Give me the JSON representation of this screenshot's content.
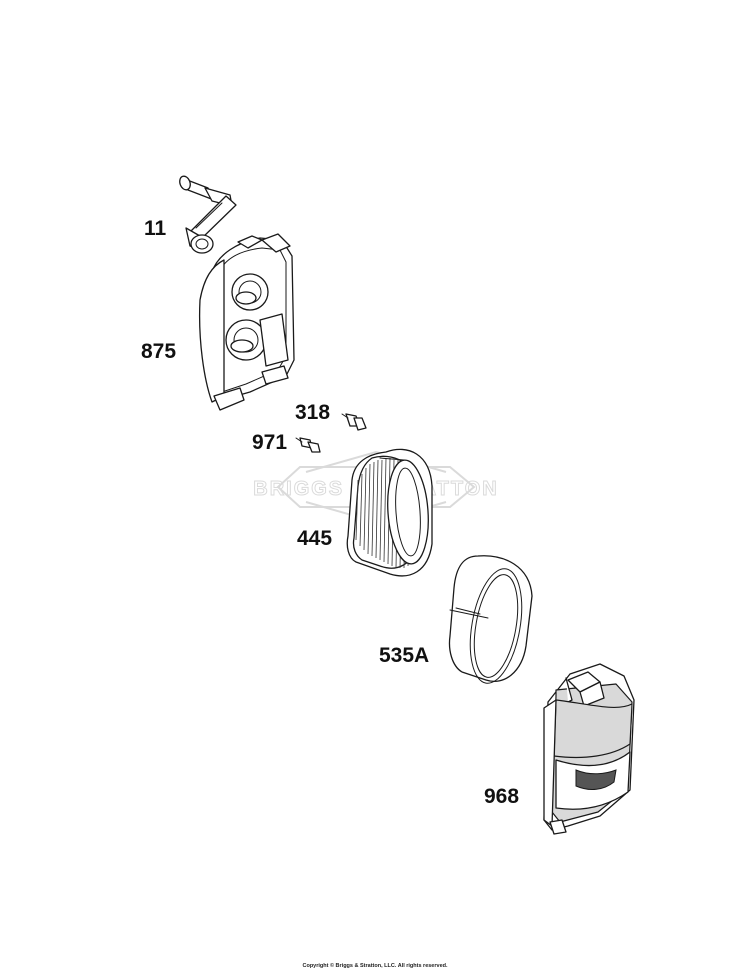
{
  "watermark": {
    "text": "BRIGGS & STRATTON",
    "color": "#c8c8c8"
  },
  "callouts": {
    "tube": "11",
    "base": "875",
    "screw_top": "318",
    "screw_bottom": "971",
    "filter": "445",
    "pre_cleaner": "535A",
    "cover": "968"
  },
  "footer": {
    "copyright": "Copyright © Briggs & Stratton, LLC. All rights reserved."
  }
}
